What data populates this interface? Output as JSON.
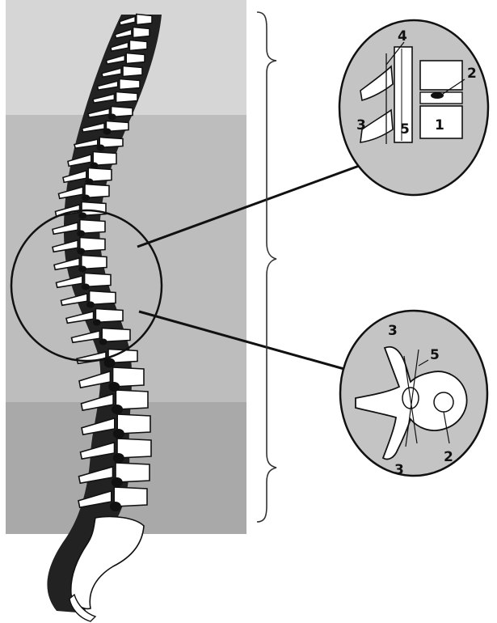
{
  "colors": {
    "band_cervical": "#d6d6d6",
    "band_thoracic": "#bdbdbd",
    "band_lumbar": "#a9a9a9",
    "bone_fill": "#ffffff",
    "bone_shadow": "#1c1c1c",
    "line": "#111111",
    "inset_fill": "#c4c4c4"
  },
  "regions": [
    "cervical-band",
    "thoracic-band",
    "lumbar-band"
  ],
  "side_view_inset": {
    "labels": {
      "l1": "4",
      "l2": "2",
      "l3": "3",
      "l4": "5",
      "l5": "1"
    }
  },
  "top_view_inset": {
    "labels": {
      "l1": "3",
      "l2": "5",
      "l3": "2",
      "l4": "3"
    }
  }
}
